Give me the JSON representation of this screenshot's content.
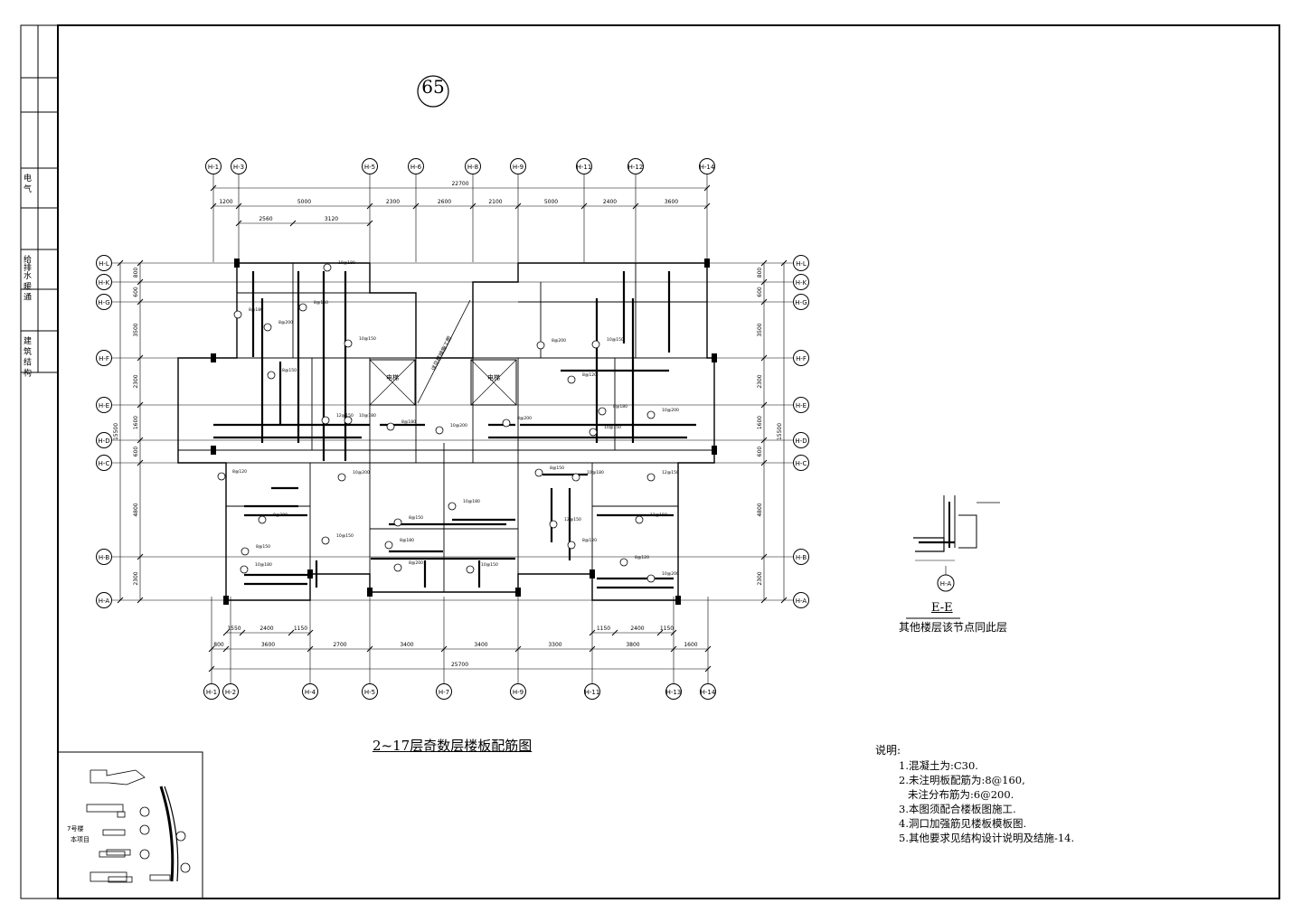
{
  "sheet": {
    "number": "65",
    "title": "2~17层奇数层楼板配筋图"
  },
  "section": {
    "title": "E-E",
    "note": "其他楼层该节点同此层",
    "axis_label": "H-A"
  },
  "notes": {
    "heading": "说明:",
    "items": [
      "1.混凝土为:C30.",
      "2.未注明板配筋为:8@160,",
      "未注分布筋为:6@200.",
      "3.本图须配合楼板图施工.",
      "4.洞口加强筋见楼板模板图.",
      "5.其他要求见结构设计说明及结施-14."
    ]
  },
  "side_stamp": {
    "labels": [
      "电 气",
      "给排水 暖 通",
      "建 筑 结 构"
    ]
  },
  "axes": {
    "top": [
      "H-1",
      "H-3",
      "H-5",
      "H-6",
      "H-8",
      "H-9",
      "H-11",
      "H-12",
      "H-14"
    ],
    "bottom": [
      "H-1",
      "H-2",
      "H-4",
      "H-5",
      "H-7",
      "H-9",
      "H-11",
      "H-13",
      "H-14"
    ],
    "left": [
      "H-L",
      "H-K",
      "H-G",
      "H-F",
      "H-E",
      "H-D",
      "H-C",
      "H-B",
      "H-A"
    ],
    "right": [
      "H-L",
      "H-K",
      "H-G",
      "H-F",
      "H-E",
      "H-D",
      "H-C",
      "H-B",
      "H-A"
    ]
  },
  "dimensions": {
    "top_total": "22700",
    "top_segments": [
      "1200",
      "5000",
      "2300",
      "2600",
      "2100",
      "5000",
      "2400",
      "3600"
    ],
    "top_sub": [
      "2560",
      "3120"
    ],
    "bottom_total": "25700",
    "bottom_segments": [
      "800",
      "3600",
      "2700",
      "3400",
      "3400",
      "3300",
      "3800",
      "1600"
    ],
    "bottom_sub_left": [
      "1550",
      "2400",
      "1150"
    ],
    "bottom_sub_right": [
      "1150",
      "2400",
      "1150"
    ],
    "left_segments": [
      "800",
      "600",
      "3500",
      "2300",
      "1600",
      "600",
      "4800",
      "2300"
    ],
    "left_total": "15500",
    "right_segments": [
      "800",
      "600",
      "3500",
      "2300",
      "1600",
      "600",
      "4800",
      "2300"
    ],
    "right_total": "15500"
  },
  "plan_labels": {
    "stair_note": "详见楼梯施工图",
    "elevator_left": "电梯",
    "elevator_right": "电梯",
    "rebar_samples": [
      "8@200",
      "10@150",
      "8@150",
      "10@180",
      "12@150",
      "8@120",
      "10@200",
      "8@180"
    ]
  },
  "site_plan": {
    "building_label": "7号楼",
    "sub_label": "本项目"
  }
}
